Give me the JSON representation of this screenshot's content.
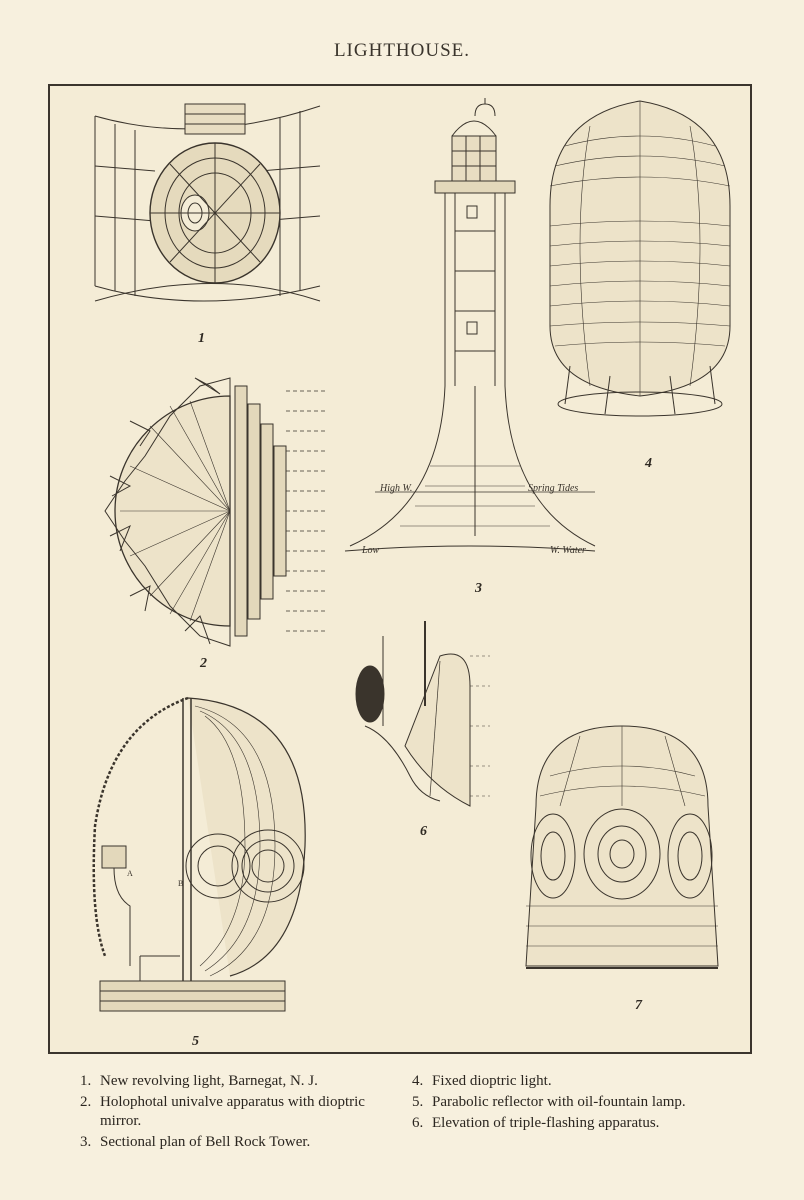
{
  "title": "LIGHTHOUSE.",
  "figure_numbers": [
    "1",
    "2",
    "3",
    "4",
    "5",
    "6",
    "7"
  ],
  "figure3_labels": {
    "high": "High W.",
    "spring": "Spring Tides",
    "low": "Low",
    "water": "W. Water"
  },
  "figure5_labels": {
    "a": "A",
    "b": "B"
  },
  "captions_left": [
    {
      "num": "1.",
      "text": "New revolving light, Barnegat, N. J."
    },
    {
      "num": "2.",
      "text": "Holophotal univalve apparatus with dioptric mirror."
    },
    {
      "num": "3.",
      "text": "Sectional plan of Bell Rock Tower."
    }
  ],
  "captions_right": [
    {
      "num": "4.",
      "text": "Fixed dioptric light."
    },
    {
      "num": "5.",
      "text": "Parabolic reflector with oil-fountain lamp."
    },
    {
      "num": "6.",
      "text": "Elevation of triple-flashing apparatus."
    }
  ]
}
